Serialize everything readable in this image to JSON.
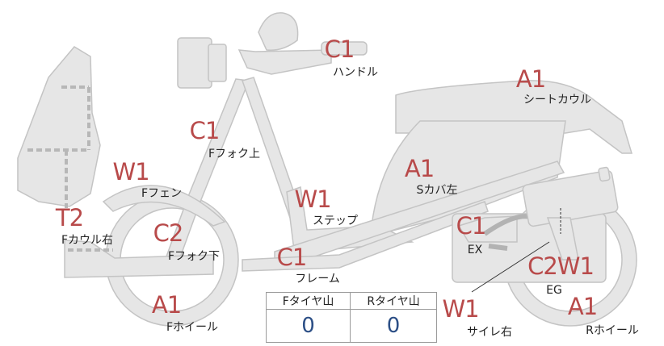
{
  "markers": [
    {
      "id": "handle",
      "code": "C1",
      "label": "ハンドル"
    },
    {
      "id": "seat-cowl",
      "code": "A1",
      "label": "シートカウル"
    },
    {
      "id": "fork-upper",
      "code": "C1",
      "label": "Fフォク上"
    },
    {
      "id": "fender",
      "code": "W1",
      "label": "Fフェン"
    },
    {
      "id": "side-cover",
      "code": "A1",
      "label": "Sカバ左"
    },
    {
      "id": "step",
      "code": "W1",
      "label": "ステップ"
    },
    {
      "id": "front-cowl",
      "code": "T2",
      "label": "Fカウル右"
    },
    {
      "id": "fork-lower",
      "code": "C2",
      "label": "Fフォク下"
    },
    {
      "id": "exhaust",
      "code": "C1",
      "label": "EX"
    },
    {
      "id": "frame",
      "code": "C1",
      "label": "フレーム"
    },
    {
      "id": "engine",
      "code": "C2W1",
      "label": "EG"
    },
    {
      "id": "front-wheel",
      "code": "A1",
      "label": "Fホイール"
    },
    {
      "id": "muffler",
      "code": "W1",
      "label": "サイレ右"
    },
    {
      "id": "rear-wheel",
      "code": "A1",
      "label": "Rホイール"
    }
  ],
  "tread": {
    "front_header": "Fタイヤ山",
    "rear_header": "Rタイヤ山",
    "front_value": "0",
    "rear_value": "0"
  },
  "colors": {
    "part_fill": "#e6e6e6",
    "marker": "#b84a4a",
    "value": "#2c4f86"
  }
}
